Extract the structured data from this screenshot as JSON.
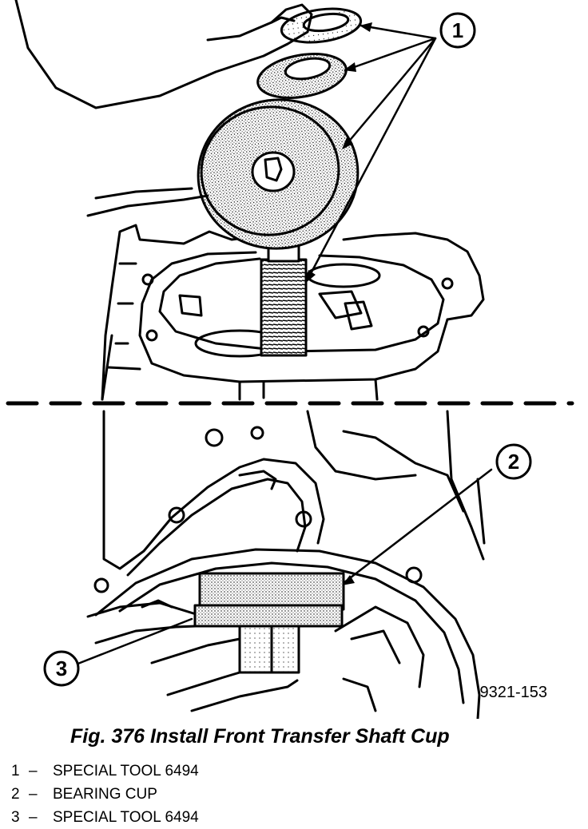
{
  "figure": {
    "callouts": [
      "1",
      "2",
      "3"
    ],
    "figure_id": "9321-153"
  },
  "caption": "Fig. 376 Install Front Transfer Shaft Cup",
  "legend": [
    {
      "num": "1",
      "dash": "–",
      "text": "SPECIAL TOOL 6494"
    },
    {
      "num": "2",
      "dash": "–",
      "text": "BEARING CUP"
    },
    {
      "num": "3",
      "dash": "–",
      "text": "SPECIAL TOOL 6494"
    }
  ]
}
